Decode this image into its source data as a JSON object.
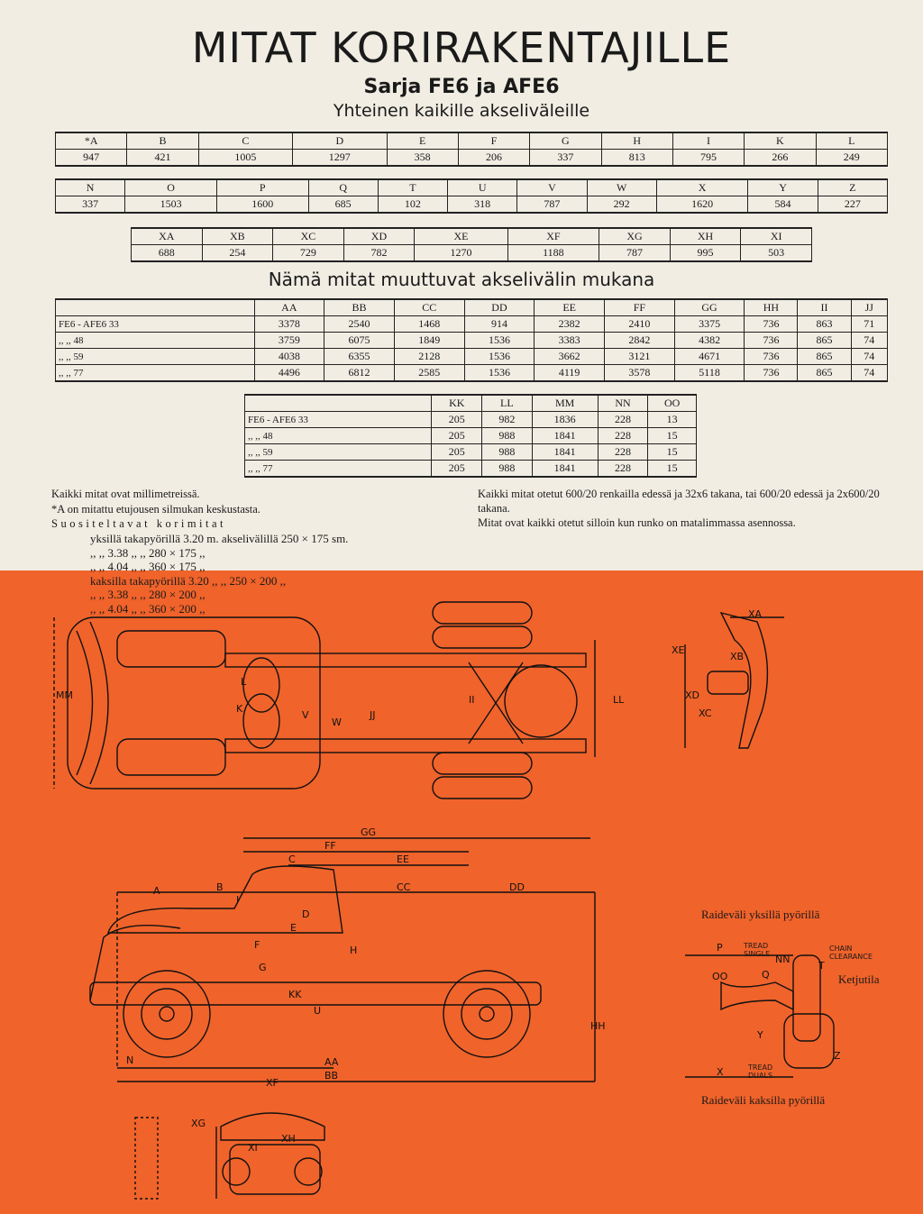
{
  "title": "MITAT KORIRAKENTAJILLE",
  "subtitle": "Sarja FE6 ja AFE6",
  "common": "Yhteinen kaikille akseliväleille",
  "variable": "Nämä mitat muuttuvat akselivälin mukana",
  "table1": {
    "headers": [
      "*A",
      "B",
      "C",
      "D",
      "E",
      "F",
      "G",
      "H",
      "I",
      "K",
      "L"
    ],
    "values": [
      "947",
      "421",
      "1005",
      "1297",
      "358",
      "206",
      "337",
      "813",
      "795",
      "266",
      "249"
    ]
  },
  "table2": {
    "headers": [
      "N",
      "O",
      "P",
      "Q",
      "T",
      "U",
      "V",
      "W",
      "X",
      "Y",
      "Z"
    ],
    "values": [
      "337",
      "1503",
      "1600",
      "685",
      "102",
      "318",
      "787",
      "292",
      "1620",
      "584",
      "227"
    ]
  },
  "table3": {
    "headers": [
      "XA",
      "XB",
      "XC",
      "XD",
      "XE",
      "XF",
      "XG",
      "XH",
      "XI"
    ],
    "values": [
      "688",
      "254",
      "729",
      "782",
      "1270",
      "1188",
      "787",
      "995",
      "503"
    ]
  },
  "table4": {
    "headers": [
      "AA",
      "BB",
      "CC",
      "DD",
      "EE",
      "FF",
      "GG",
      "HH",
      "II",
      "JJ"
    ],
    "rows": [
      {
        "label": "FE6 - AFE6 33",
        "values": [
          "3378",
          "2540",
          "1468",
          "914",
          "2382",
          "2410",
          "3375",
          "736",
          "863",
          "71"
        ]
      },
      {
        "label": ",,     ,,  48",
        "values": [
          "3759",
          "6075",
          "1849",
          "1536",
          "3383",
          "2842",
          "4382",
          "736",
          "865",
          "74"
        ]
      },
      {
        "label": ",,     ,,  59",
        "values": [
          "4038",
          "6355",
          "2128",
          "1536",
          "3662",
          "3121",
          "4671",
          "736",
          "865",
          "74"
        ]
      },
      {
        "label": ",,     ,,  77",
        "values": [
          "4496",
          "6812",
          "2585",
          "1536",
          "4119",
          "3578",
          "5118",
          "736",
          "865",
          "74"
        ]
      }
    ]
  },
  "table5": {
    "headers": [
      "KK",
      "LL",
      "MM",
      "NN",
      "OO"
    ],
    "rows": [
      {
        "label": "FE6 - AFE6 33",
        "values": [
          "205",
          "982",
          "1836",
          "228",
          "13"
        ]
      },
      {
        "label": ",,     ,,  48",
        "values": [
          "205",
          "988",
          "1841",
          "228",
          "15"
        ]
      },
      {
        "label": ",,     ,,  59",
        "values": [
          "205",
          "988",
          "1841",
          "228",
          "15"
        ]
      },
      {
        "label": ",,     ,,  77",
        "values": [
          "205",
          "988",
          "1841",
          "228",
          "15"
        ]
      }
    ]
  },
  "notes_left": [
    "Kaikki mitat ovat millimetreissä.",
    "*A on mitattu etujousen silmukan keskustasta."
  ],
  "sugg_title": "Suositeltavat korimitat",
  "suggestions": [
    "yksillä  takapyörillä  3.20 m. akselivälillä  250 × 175 sm.",
    ",,          ,,          3.38  ,,        ,,          280 × 175  ,,",
    ",,          ,,          4.04  ,,        ,,          360 × 175  ,,",
    "kaksilla  takapyörillä  3.20  ,,        ,,          250 × 200  ,,",
    ",,          ,,          3.38  ,,        ,,          280 × 200  ,,",
    ",,          ,,          4.04  ,,        ,,          360 × 200  ,,"
  ],
  "notes_right": [
    "Kaikki mitat otetut 600/20 renkailla edessä ja 32x6 takana, tai 600/20 edessä ja 2x600/20 takana.",
    "Mitat ovat kaikki otetut silloin kun runko on matalimmassa asennossa."
  ],
  "captions": {
    "single": "Raideväli yksillä pyörillä",
    "dual": "Raideväli kaksilla pyörillä",
    "chain": "Ketjutila",
    "tread_single": "TREAD SINGLE",
    "tread_duals": "TREAD DUALS",
    "chain_clearance": "CHAIN CLEARANCE"
  },
  "letters": {
    "A": "A",
    "B": "B",
    "C": "C",
    "D": "D",
    "E": "E",
    "F": "F",
    "G": "G",
    "H": "H",
    "I": "I",
    "K": "K",
    "L": "L",
    "N": "N",
    "P": "P",
    "Q": "Q",
    "T": "T",
    "U": "U",
    "V": "V",
    "W": "W",
    "X": "X",
    "Y": "Y",
    "Z": "Z",
    "AA": "AA",
    "BB": "BB",
    "CC": "CC",
    "DD": "DD",
    "EE": "EE",
    "FF": "FF",
    "GG": "GG",
    "HH": "HH",
    "II": "II",
    "JJ": "JJ",
    "KK": "KK",
    "LL": "LL",
    "MM": "MM",
    "NN": "NN",
    "OO": "OO",
    "XA": "XA",
    "XB": "XB",
    "XC": "XC",
    "XD": "XD",
    "XE": "XE",
    "XF": "XF",
    "XG": "XG",
    "XH": "XH",
    "XI": "XI"
  }
}
